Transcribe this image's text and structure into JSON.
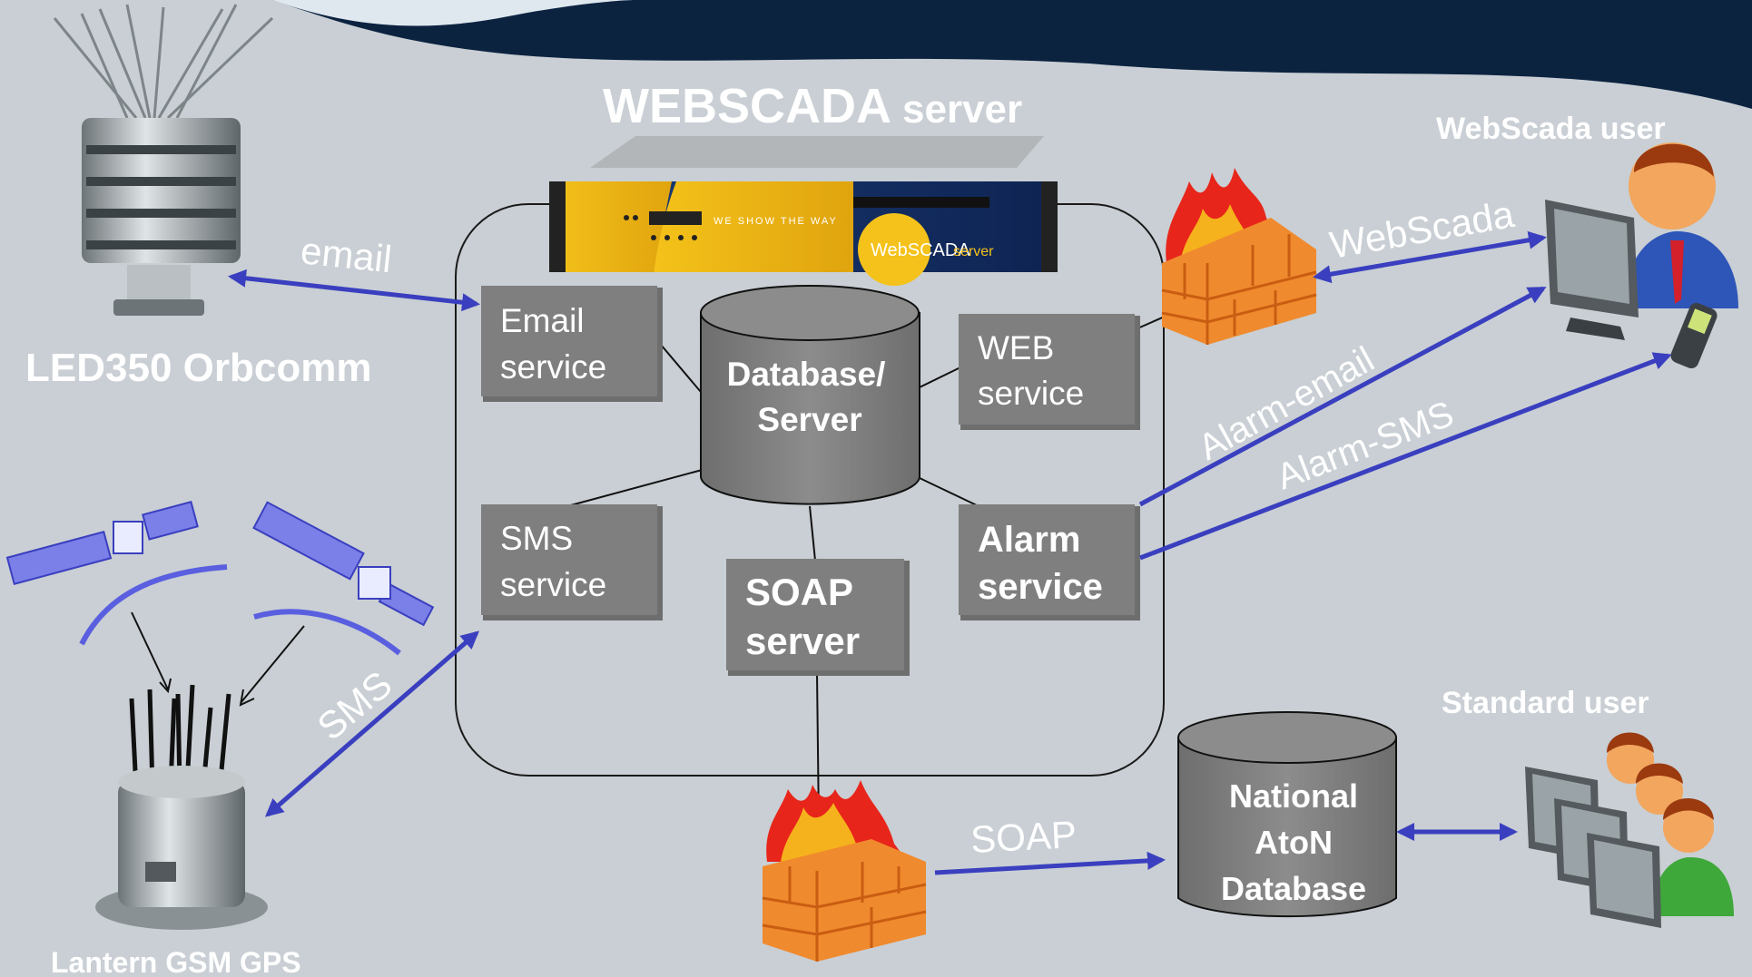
{
  "title": {
    "main": "WEBSCADA",
    "suffix": "server"
  },
  "server_panel": {
    "brand": "WebSCADA",
    "brand_suffix": "server",
    "slogan": "WE SHOW THE WAY"
  },
  "devices": {
    "led": {
      "label": "LED350 Orbcomm"
    },
    "lantern": {
      "label": "Lantern GSM GPS"
    }
  },
  "users": {
    "webscada": {
      "label": "WebScada user"
    },
    "standard": {
      "label": "Standard user"
    }
  },
  "services": {
    "email": [
      "Email",
      "service"
    ],
    "web": [
      "WEB",
      "service"
    ],
    "sms": [
      "SMS",
      "service"
    ],
    "alarm": [
      "Alarm",
      "service"
    ],
    "soap": [
      "SOAP",
      "server"
    ]
  },
  "databases": {
    "main": [
      "Database/",
      "Server"
    ],
    "national": [
      "National",
      "AtoN",
      "Database"
    ]
  },
  "connections": {
    "email": "email",
    "sms": "SMS",
    "webscada": "WebScada",
    "alarm_email": "Alarm-email",
    "alarm_sms": "Alarm-SMS",
    "soap": "SOAP"
  },
  "colors": {
    "background": "#c9cfd4",
    "header_navy": "#0c2340",
    "service_box": "#7f7f7f",
    "database": "#808080",
    "arrow": "#3a3fbf",
    "brick": "#f08a2e",
    "flame": "#e8251a"
  }
}
